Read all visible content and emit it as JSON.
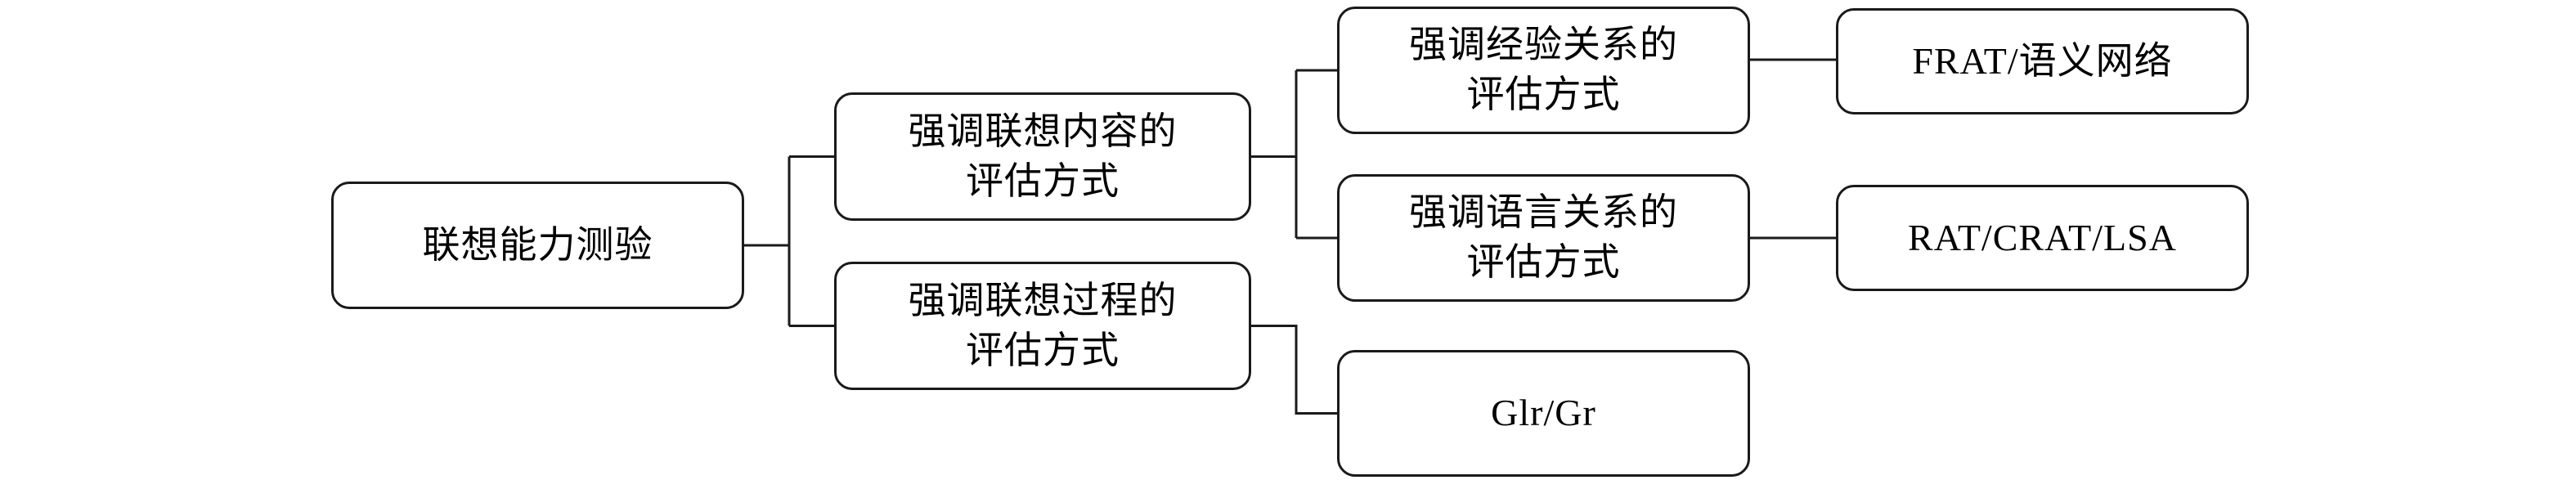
{
  "diagram": {
    "type": "tree",
    "direction": "left-to-right",
    "nodes": {
      "root": "联想能力测验",
      "content": "强调联想内容的\n评估方式",
      "process": "强调联想过程的\n评估方式",
      "experience": "强调经验关系的\n评估方式",
      "language": "强调语言关系的\n评估方式",
      "glr": "Glr/Gr",
      "frat": "FRAT/语义网络",
      "rat": "RAT/CRAT/LSA"
    },
    "edges": [
      {
        "from": "root",
        "to": "content"
      },
      {
        "from": "root",
        "to": "process"
      },
      {
        "from": "content",
        "to": "experience"
      },
      {
        "from": "content",
        "to": "language"
      },
      {
        "from": "process",
        "to": "glr"
      },
      {
        "from": "experience",
        "to": "frat"
      },
      {
        "from": "language",
        "to": "rat"
      }
    ],
    "colors": {
      "line": "#1a1a1a",
      "node_border": "#1a1a1a",
      "node_fill": "#ffffff",
      "text": "#000000"
    }
  }
}
